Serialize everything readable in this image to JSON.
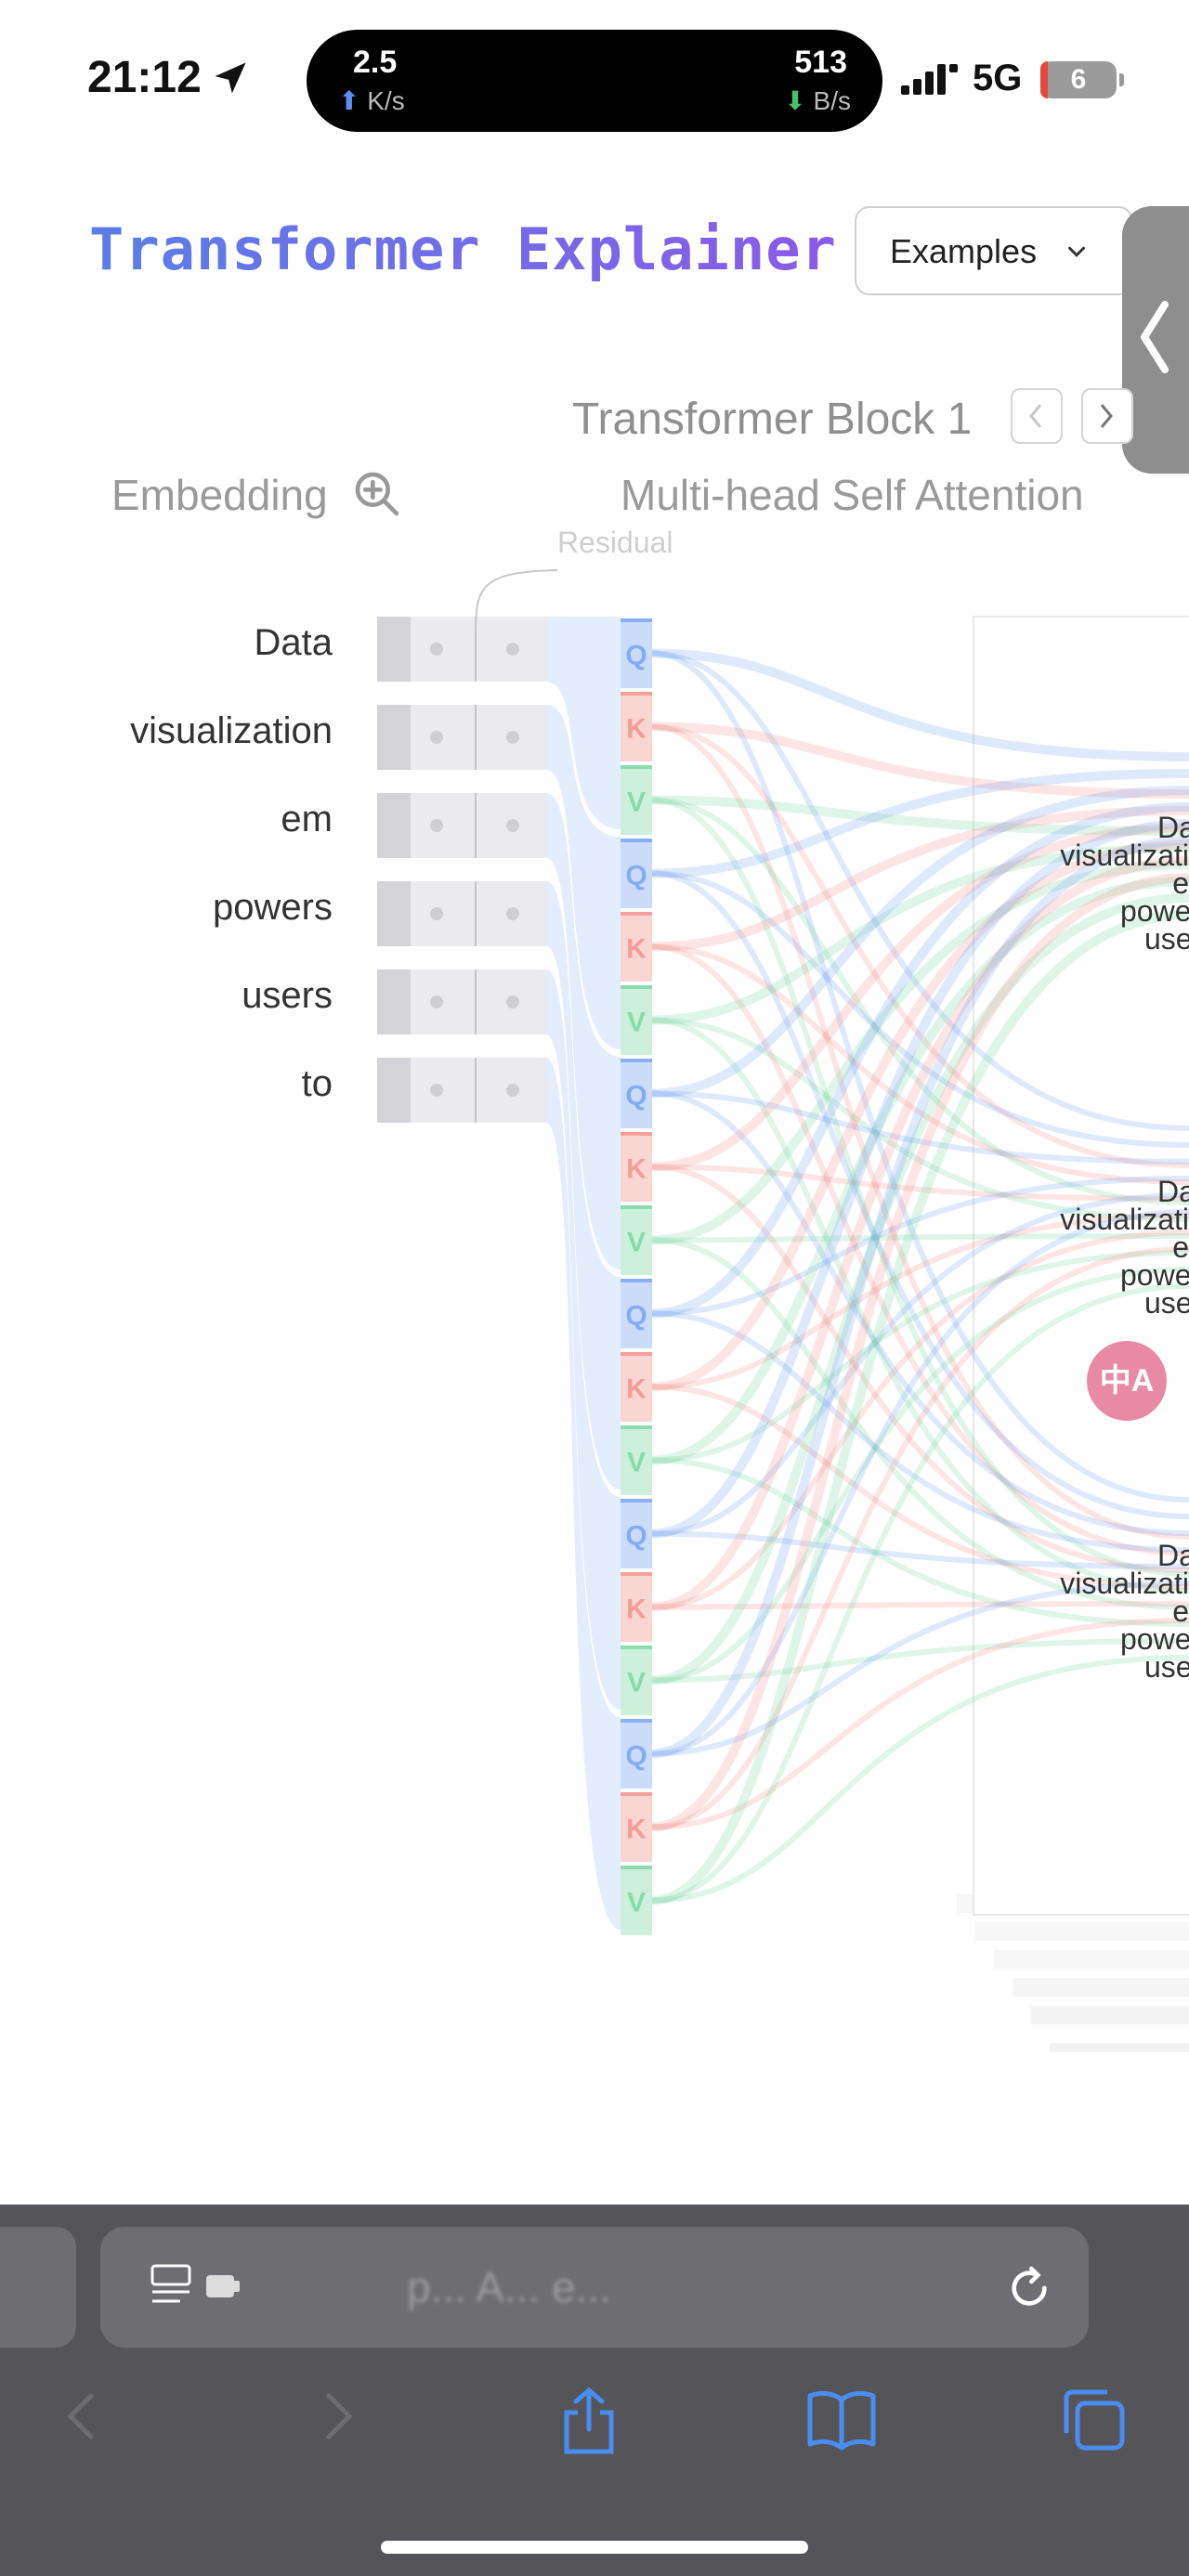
{
  "status_bar": {
    "time": "21:12",
    "upload_value": "2.5",
    "upload_unit": "K/s",
    "download_value": "513",
    "download_unit": "B/s",
    "network": "5G",
    "battery": "6"
  },
  "header": {
    "logo": "Transformer Explainer",
    "examples_label": "Examples"
  },
  "block": {
    "title": "Transformer Block 1"
  },
  "sections": {
    "embedding": "Embedding",
    "attention": "Multi-head Self Attention",
    "residual": "Residual"
  },
  "tokens": [
    "Data",
    "visualization",
    "em",
    "powers",
    "users",
    "to"
  ],
  "qkv_letters": [
    "Q",
    "K",
    "V"
  ],
  "attention_heads": [
    [
      "Da",
      "visualizati",
      "e",
      "powe",
      "use"
    ],
    [
      "Da",
      "visualizati",
      "e",
      "powe",
      "use"
    ],
    [
      "Da",
      "visualizati",
      "e",
      "powe",
      "use"
    ]
  ],
  "translate_icon": "中A",
  "browser": {
    "url_blurred": "p... A... e..."
  },
  "colors": {
    "query": "#6b9cf0",
    "key": "#f08a82",
    "value": "#6fd39a",
    "logo_start": "#5b7ee8",
    "logo_end": "#8a5be8"
  }
}
